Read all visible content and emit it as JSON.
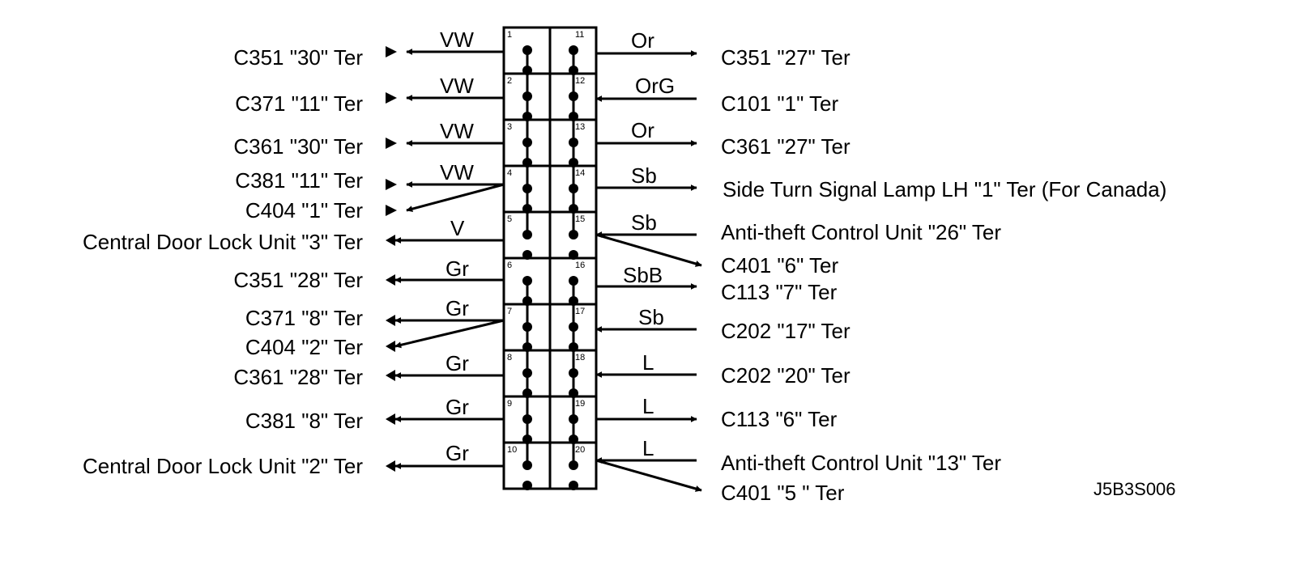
{
  "pins": [
    "1",
    "2",
    "3",
    "4",
    "5",
    "6",
    "7",
    "8",
    "9",
    "10",
    "11",
    "12",
    "13",
    "14",
    "15",
    "16",
    "17",
    "18",
    "19",
    "20"
  ],
  "left": [
    {
      "color": "VW",
      "label": "C351  \"30\" Ter",
      "label2": ""
    },
    {
      "color": "VW",
      "label": "C371  \"11\" Ter",
      "label2": ""
    },
    {
      "color": "VW",
      "label": "C361  \"30\" Ter",
      "label2": ""
    },
    {
      "color": "VW",
      "label": "C381  \"11\" Ter",
      "label2": "C404  \"1\" Ter"
    },
    {
      "color": "V",
      "label": "Central Door Lock Unit   \"3\" Ter",
      "label2": ""
    },
    {
      "color": "Gr",
      "label": "C351  \"28\" Ter",
      "label2": ""
    },
    {
      "color": "Gr",
      "label": "C371  \"8\" Ter",
      "label2": "C404  \"2\" Ter"
    },
    {
      "color": "Gr",
      "label": "C361  \"28\" Ter",
      "label2": ""
    },
    {
      "color": "Gr",
      "label": "C381  \"8\" Ter",
      "label2": ""
    },
    {
      "color": "Gr",
      "label": "Central Door Lock Unit  \"2\" Ter",
      "label2": ""
    }
  ],
  "right": [
    {
      "color": "Or",
      "label": "C351  \"27\" Ter",
      "label2": ""
    },
    {
      "color": "OrG",
      "label": "C101  \"1\" Ter",
      "label2": ""
    },
    {
      "color": "Or",
      "label": "C361  \"27\" Ter",
      "label2": ""
    },
    {
      "color": "Sb",
      "label": "Side Turn Signal Lamp LH \"1\" Ter (For Canada)",
      "label2": ""
    },
    {
      "color": "Sb",
      "label": "Anti-theft Control Unit  \"26\" Ter",
      "label2": "C401  \"6\" Ter"
    },
    {
      "color": "SbB",
      "label": "C113  \"7\" Ter",
      "label2": ""
    },
    {
      "color": "Sb",
      "label": "C202  \"17\" Ter",
      "label2": ""
    },
    {
      "color": "L",
      "label": "C202  \"20\" Ter",
      "label2": ""
    },
    {
      "color": "L",
      "label": "C113  \"6\" Ter",
      "label2": ""
    },
    {
      "color": "L",
      "label": "Anti-theft Control Unit  \"13\" Ter",
      "label2": "C401  \"5 \" Ter"
    }
  ],
  "figure_code": "J5B3S006"
}
